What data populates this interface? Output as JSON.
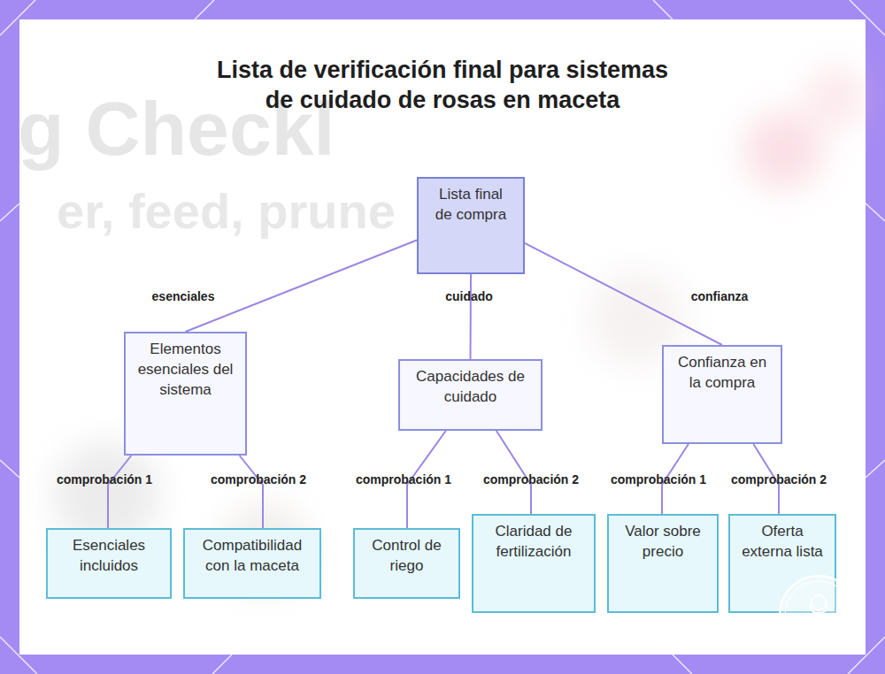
{
  "diagram": {
    "title": "Lista de verificación final para sistemas de cuidado de rosas en maceta",
    "nodes": [
      {
        "text": [
          "Lista final de compra"
        ]
      },
      {
        "text": [
          "Elementos esenciales del sistema"
        ]
      },
      {
        "text": [
          "Capacidades de cuidado"
        ]
      },
      {
        "text": [
          "Confianza en la compra"
        ]
      },
      {
        "text": [
          "Esenciales incluidos"
        ]
      },
      {
        "text": [
          "Compatibilidad con la maceta"
        ]
      },
      {
        "text": [
          "Control de riego"
        ]
      },
      {
        "text": [
          "Claridad de fertilización"
        ]
      },
      {
        "text": [
          "Valor sobre precio"
        ]
      },
      {
        "text": [
          "Oferta externa lista"
        ]
      }
    ],
    "edges": [
      {
        "from": 0,
        "to": 1,
        "label": "esenciales",
        "arrow": "none"
      },
      {
        "from": 0,
        "to": 2,
        "label": "cuidado",
        "arrow": "none"
      },
      {
        "from": 0,
        "to": 3,
        "label": "confianza",
        "arrow": "none"
      },
      {
        "from": 1,
        "to": 4,
        "label": "comprobación 1",
        "arrow": "none"
      },
      {
        "from": 1,
        "to": 5,
        "label": "comprobación 2",
        "arrow": "none"
      },
      {
        "from": 2,
        "to": 6,
        "label": "comprobación 1",
        "arrow": "none"
      },
      {
        "from": 2,
        "to": 7,
        "label": "comprobación 2",
        "arrow": "none"
      },
      {
        "from": 3,
        "to": 8,
        "label": "comprobación 1",
        "arrow": "none"
      },
      {
        "from": 3,
        "to": 9,
        "label": "comprobación 2",
        "arrow": "none"
      }
    ],
    "labels": [
      "g Checkl",
      "er, feed, prune"
    ]
  }
}
